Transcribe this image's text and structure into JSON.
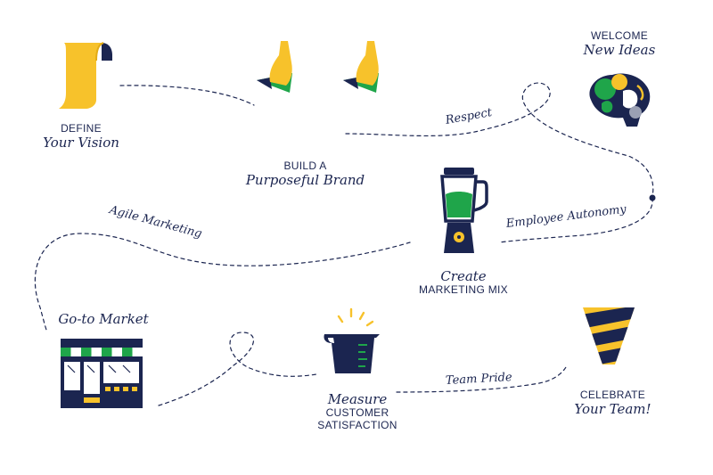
{
  "colors": {
    "navy": "#1b2550",
    "yellow": "#f7c22b",
    "green": "#1fa54a",
    "grey": "#9aa0b4"
  },
  "stages": {
    "define": {
      "cap": "DEFINE",
      "script": "Your Vision",
      "icon": "scroll-icon"
    },
    "brand": {
      "cap": "BUILD A",
      "script": "Purposeful Brand",
      "icon": "gloved-hands-icon"
    },
    "welcome": {
      "cap": "WELCOME",
      "script": "New Ideas",
      "icon": "brain-icon"
    },
    "create": {
      "script": "Create",
      "cap": "MARKETING MIX",
      "icon": "blender-icon"
    },
    "goto": {
      "script": "Go-to Market",
      "icon": "storefront-icon"
    },
    "measure": {
      "script": "Measure",
      "cap1": "CUSTOMER",
      "cap2": "SATISFACTION",
      "icon": "measuring-cup-icon"
    },
    "celebrate": {
      "cap": "CELEBRATE",
      "script": "Your Team!",
      "icon": "party-cone-icon"
    }
  },
  "path_labels": {
    "respect": "Respect",
    "autonomy": "Employee Autonomy",
    "agile": "Agile Marketing",
    "pride": "Team Pride"
  }
}
